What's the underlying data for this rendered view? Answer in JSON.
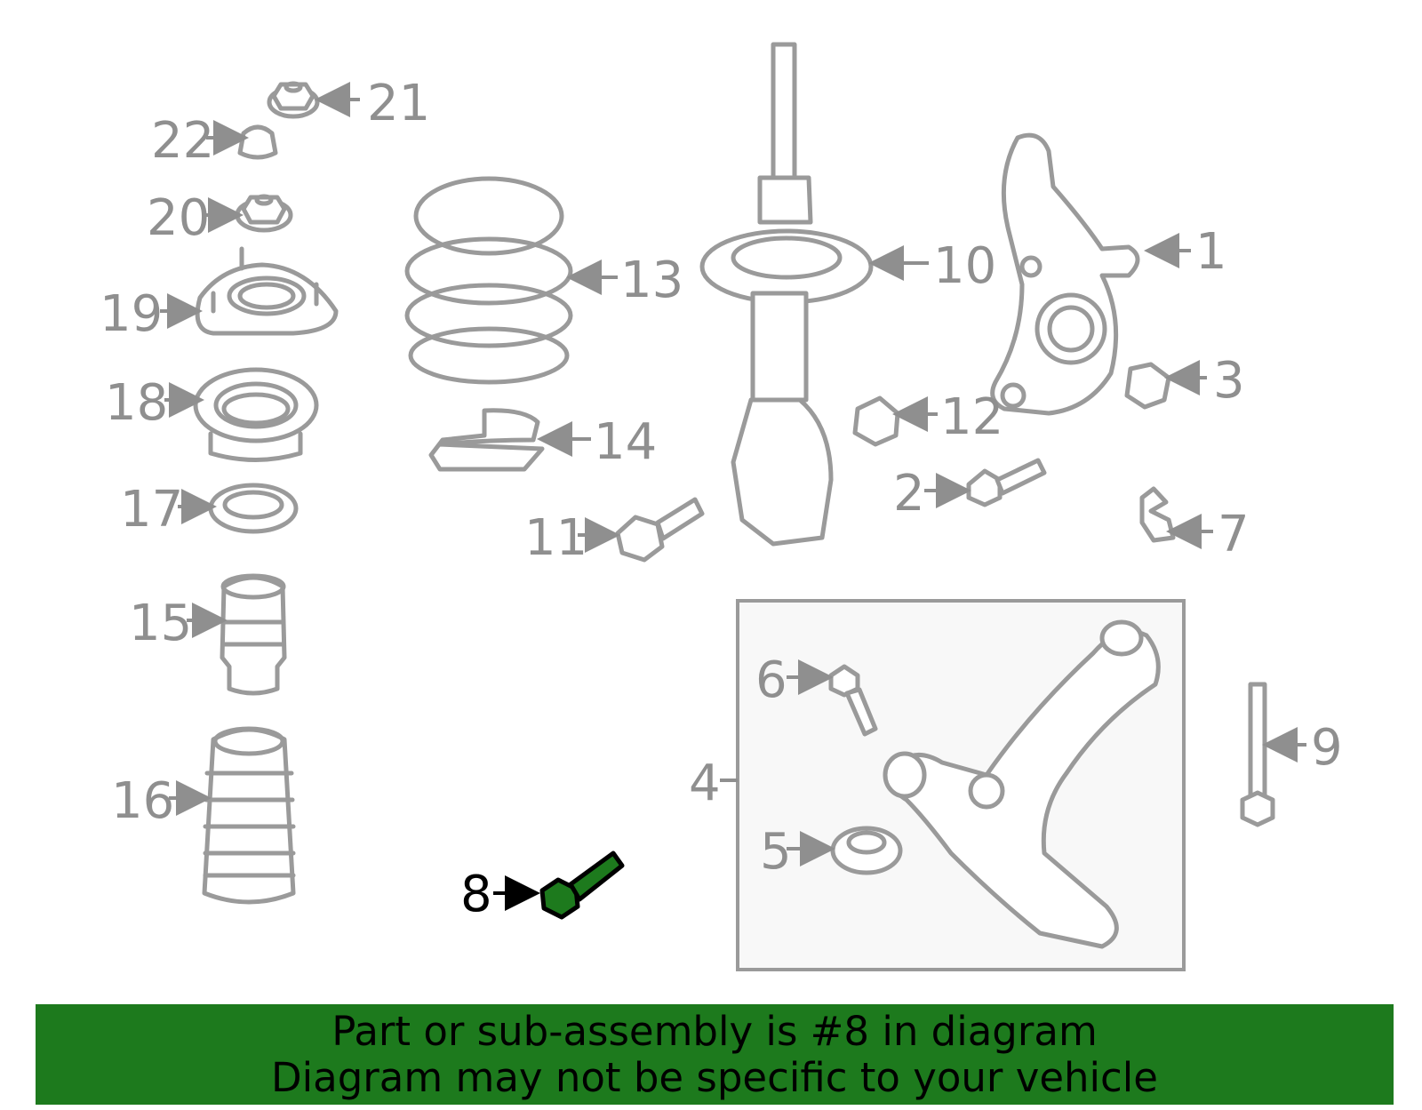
{
  "diagram": {
    "callouts": [
      {
        "id": "1",
        "label": "1"
      },
      {
        "id": "2",
        "label": "2"
      },
      {
        "id": "3",
        "label": "3"
      },
      {
        "id": "4",
        "label": "4"
      },
      {
        "id": "5",
        "label": "5"
      },
      {
        "id": "6",
        "label": "6"
      },
      {
        "id": "7",
        "label": "7"
      },
      {
        "id": "8",
        "label": "8"
      },
      {
        "id": "9",
        "label": "9"
      },
      {
        "id": "10",
        "label": "10"
      },
      {
        "id": "11",
        "label": "11"
      },
      {
        "id": "12",
        "label": "12"
      },
      {
        "id": "13",
        "label": "13"
      },
      {
        "id": "14",
        "label": "14"
      },
      {
        "id": "15",
        "label": "15"
      },
      {
        "id": "16",
        "label": "16"
      },
      {
        "id": "17",
        "label": "17"
      },
      {
        "id": "18",
        "label": "18"
      },
      {
        "id": "19",
        "label": "19"
      },
      {
        "id": "20",
        "label": "20"
      },
      {
        "id": "21",
        "label": "21"
      },
      {
        "id": "22",
        "label": "22"
      }
    ],
    "highlighted_part": "8",
    "highlight_color": "#1d7a1d",
    "line_color": "#9a9a9a"
  },
  "banner": {
    "line1": "Part or sub-assembly is #8 in diagram",
    "line2": "Diagram may not be specific to your vehicle",
    "background": "#1d7a1d"
  }
}
